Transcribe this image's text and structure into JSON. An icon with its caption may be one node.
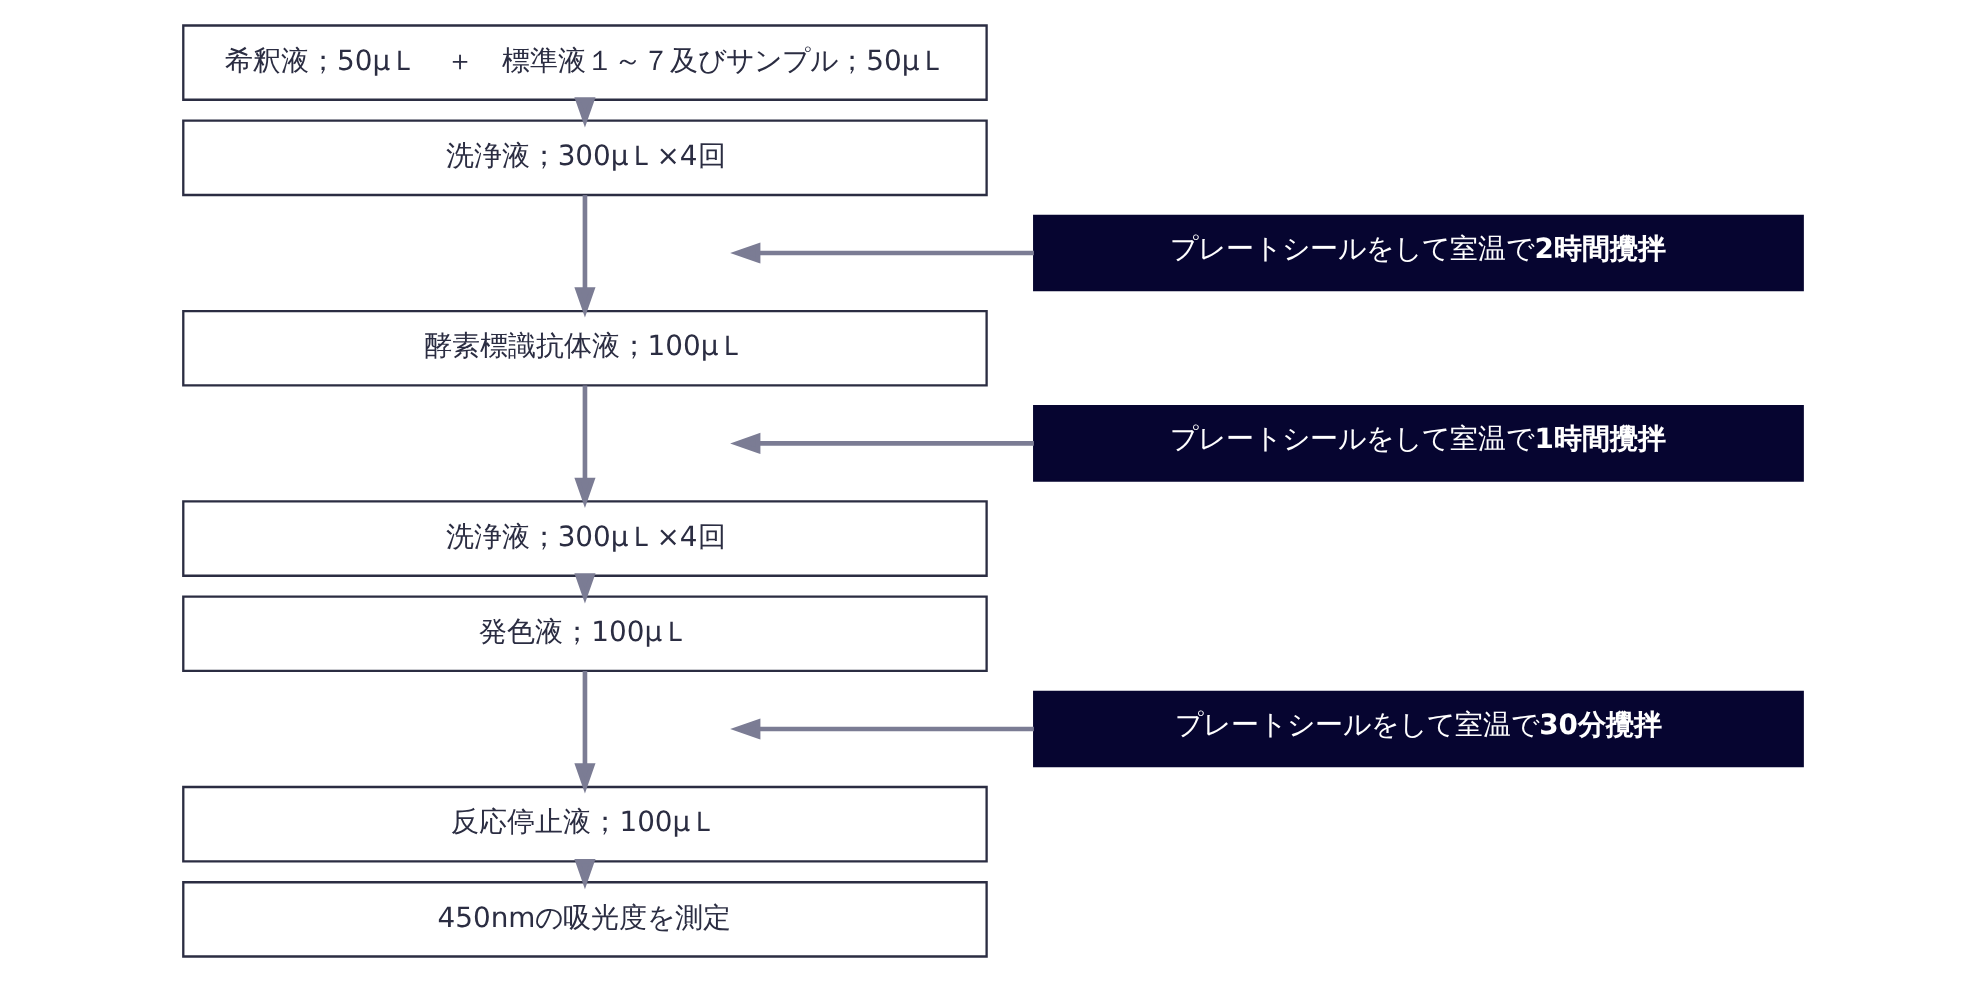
{
  "diagram": {
    "nodes": [
      {
        "text": [
          "希釈液；50μＬ　＋　標準液１～７及びサンプル；50μＬ"
        ]
      },
      {
        "text": [
          "洗浄液；300μＬ×4回"
        ]
      },
      {
        "text": [
          "酵素標識抗体液；100μＬ"
        ]
      },
      {
        "text": [
          "洗浄液；300μＬ×4回"
        ]
      },
      {
        "text": [
          "発色液；100μＬ"
        ]
      },
      {
        "text": [
          "反応停止液；100μＬ"
        ]
      },
      {
        "text": [
          "450nmの吸光度を測定"
        ]
      },
      {
        "text": [
          "プレートシールをして室温で**2時間攪拌**"
        ]
      },
      {
        "text": [
          "プレートシールをして室温で**1時間攪拌**"
        ]
      },
      {
        "text": [
          "プレートシールをして室温で**30分攪拌**"
        ]
      }
    ],
    "edges": [
      {
        "from": 0,
        "to": 1,
        "arrow": "to"
      },
      {
        "from": 1,
        "to": 2,
        "arrow": "to"
      },
      {
        "from": 2,
        "to": 3,
        "arrow": "to"
      },
      {
        "from": 3,
        "to": 4,
        "arrow": "to"
      },
      {
        "from": 4,
        "to": 5,
        "arrow": "to"
      },
      {
        "from": 5,
        "to": 6,
        "arrow": "to"
      },
      {
        "from": 7,
        "to": null,
        "arrow": "to"
      },
      {
        "from": 8,
        "to": null,
        "arrow": "to"
      },
      {
        "from": 9,
        "to": null,
        "arrow": "to"
      }
    ]
  }
}
